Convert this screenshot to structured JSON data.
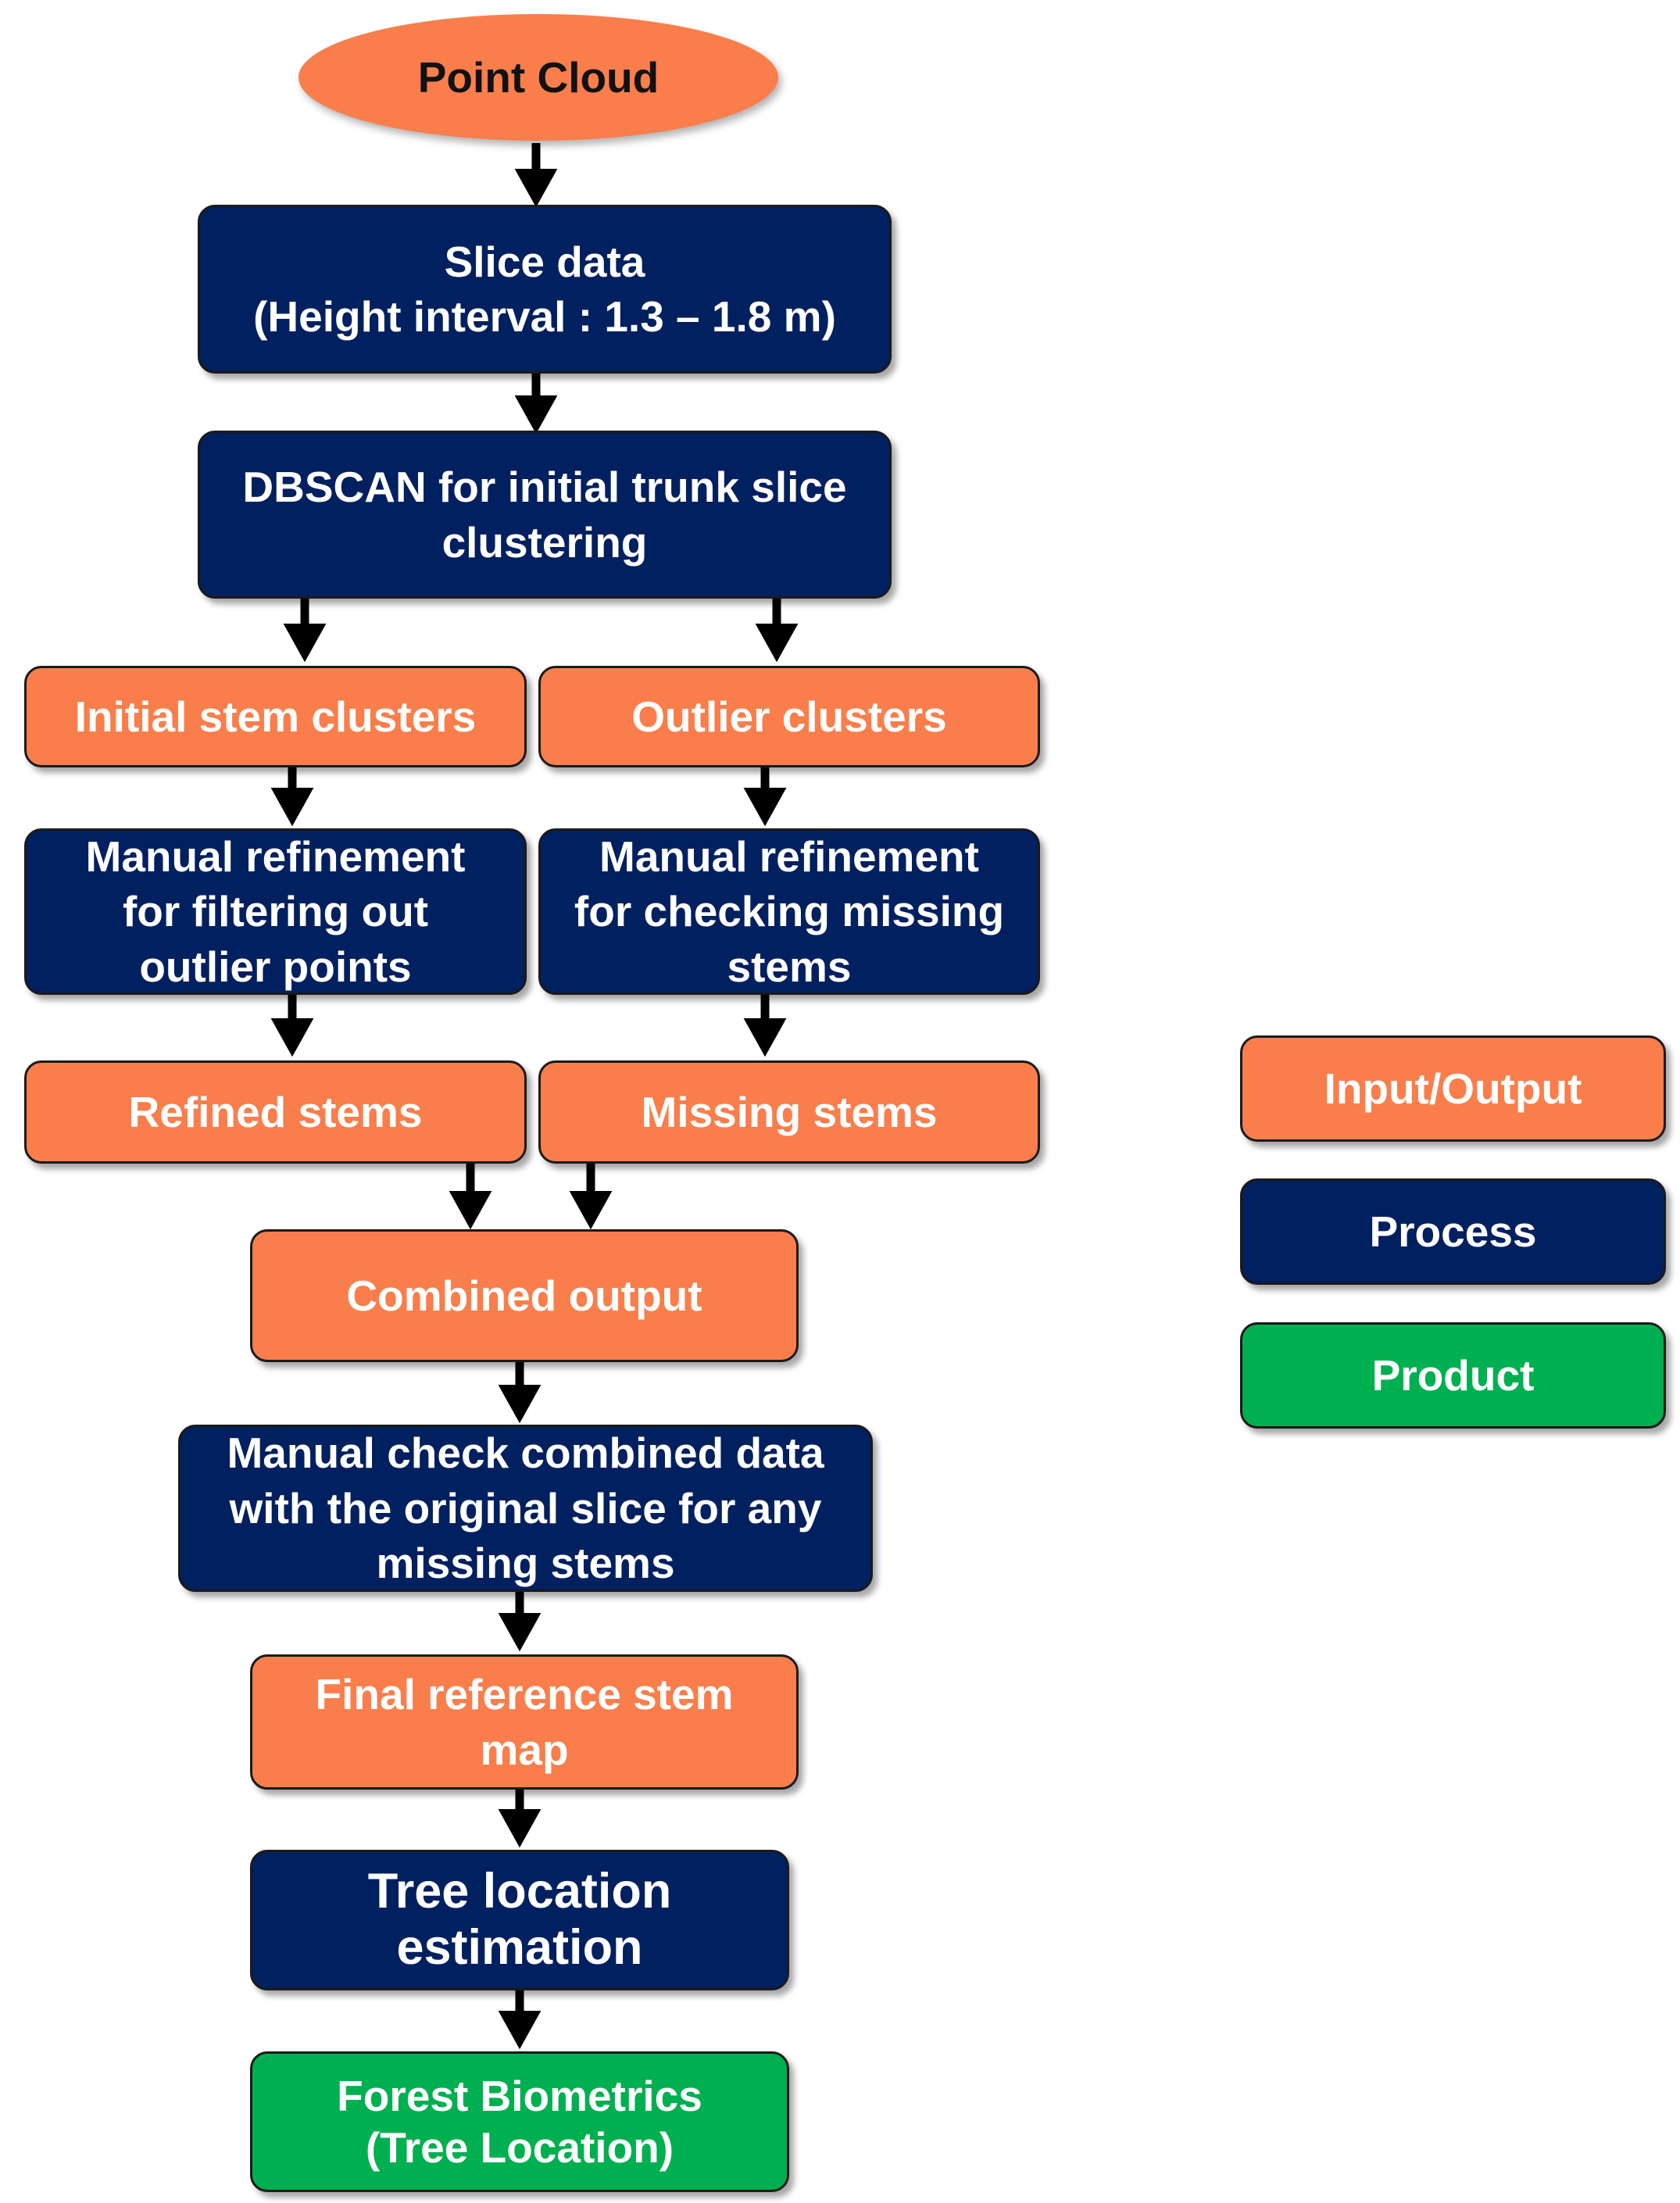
{
  "nodes": {
    "point_cloud": "Point Cloud",
    "slice_data": "Slice data\n(Height interval : 1.3 – 1.8 m)",
    "dbscan": "DBSCAN for initial trunk slice\nclustering",
    "initial_stem_clusters": "Initial stem clusters",
    "outlier_clusters": "Outlier clusters",
    "manual_refinement_filter": "Manual refinement\nfor filtering out\noutlier points",
    "manual_refinement_missing": "Manual refinement\nfor checking missing\nstems",
    "refined_stems": "Refined stems",
    "missing_stems": "Missing stems",
    "combined_output": "Combined output",
    "manual_check": "Manual check combined data\nwith the original slice for any\nmissing stems",
    "final_reference_map": "Final reference stem\nmap",
    "tree_location_estimation": "Tree location\nestimation",
    "forest_biometrics": "Forest Biometrics\n(Tree Location)"
  },
  "legend": {
    "input_output": "Input/Output",
    "process": "Process",
    "product": "Product"
  },
  "colors": {
    "input_output": "#F97E4B",
    "process": "#002060",
    "product": "#00B050",
    "arrow": "#000000"
  }
}
